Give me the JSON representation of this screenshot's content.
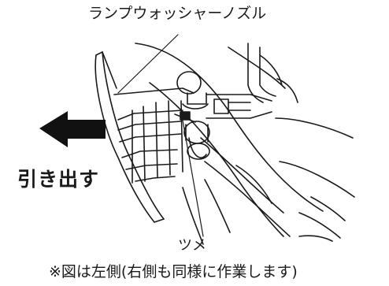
{
  "labels": {
    "nozzle": "ランプウォッシャーノズル",
    "pull_out": "引き出す",
    "tab": "ツメ",
    "note": "※図は左側(右側も同様に作業します)"
  },
  "colors": {
    "line": "#1a1a1a",
    "arrow": "#111111",
    "background": "#ffffff"
  },
  "icons": {
    "direction_arrow": "arrow-left-icon"
  }
}
